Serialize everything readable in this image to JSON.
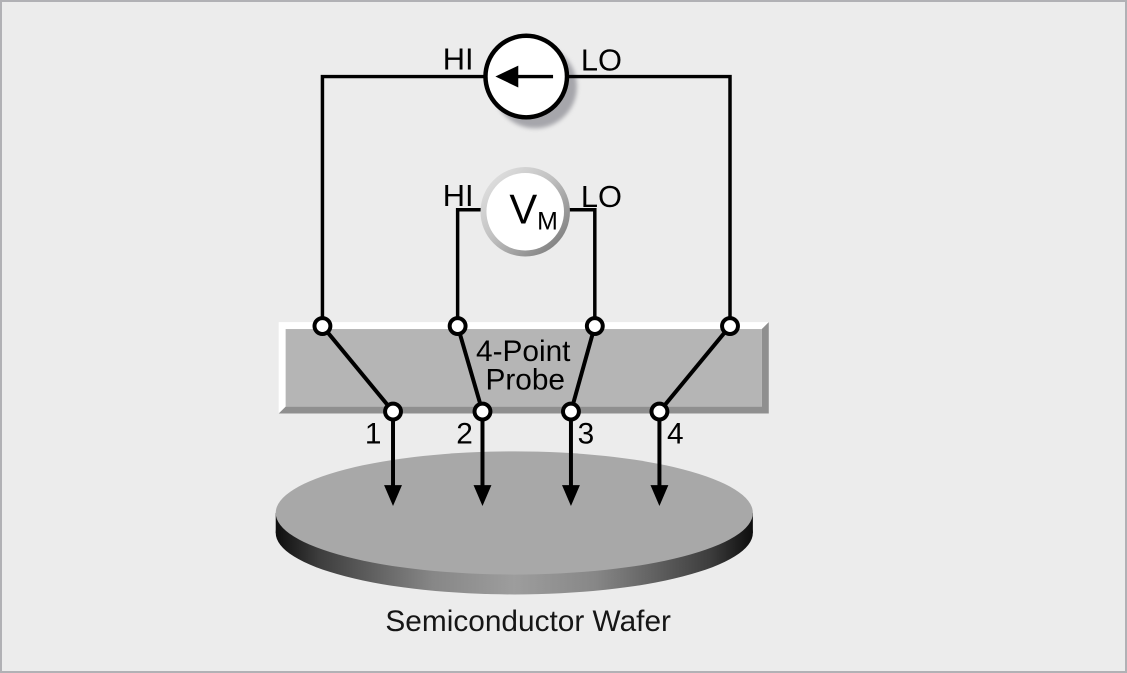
{
  "figure": {
    "description": "4-point probe measurement of a semiconductor wafer",
    "background_color": "#ececec",
    "border_color": "#b1b1b5",
    "line_color": "#000000"
  },
  "current_source": {
    "hi_label": "HI",
    "lo_label": "LO",
    "arrow_direction": "left",
    "shadow_color": "#a6a6ab"
  },
  "voltmeter": {
    "hi_label": "HI",
    "lo_label": "LO",
    "symbol": "V",
    "symbol_subscript": "M",
    "ring_light_color": "#e6e6e6",
    "ring_dark_color": "#6f6f6f"
  },
  "probe_head": {
    "label_line1": "4-Point",
    "label_line2": "Probe",
    "fill_color": "#b5b5b5",
    "highlight_color": "#ffffff",
    "shadow_color": "#8f8f8f",
    "pins": [
      {
        "number": "1"
      },
      {
        "number": "2"
      },
      {
        "number": "3"
      },
      {
        "number": "4"
      }
    ]
  },
  "wafer": {
    "label": "Semiconductor Wafer",
    "top_color": "#a8a8a8",
    "rim_edge_color": "#0d0d0d",
    "rim_mid_color": "#9d9d9d"
  }
}
